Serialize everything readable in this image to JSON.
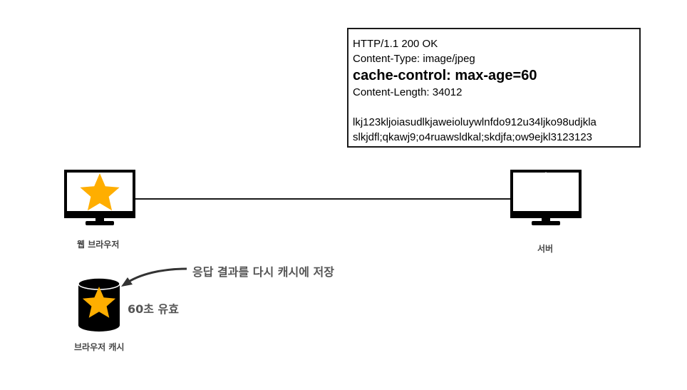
{
  "response": {
    "lines": [
      "HTTP/1.1 200 OK",
      "Content-Type: image/jpeg",
      "cache-control: max-age=60",
      "Content-Length: 34012",
      "lkj123kljoiasudlkjaweioluywlnfdo912u34ljko98udjkla",
      "slkjdfl;qkawj9;o4ruawsldkal;skdjfa;ow9ejkl3123123"
    ]
  },
  "nodes": {
    "browser_label": "웹 브라우저",
    "server_label": "서버",
    "cache_label": "브라우저 캐시"
  },
  "annotations": {
    "store_note": "응답 결과를 다시 캐시에 저장",
    "validity_note": "60초 유효"
  },
  "colors": {
    "star": "#FFAE00",
    "device": "#000000",
    "text_gray": "#555555"
  },
  "icons": [
    "monitor-icon",
    "star-icon",
    "database-icon",
    "arrow-icon"
  ]
}
